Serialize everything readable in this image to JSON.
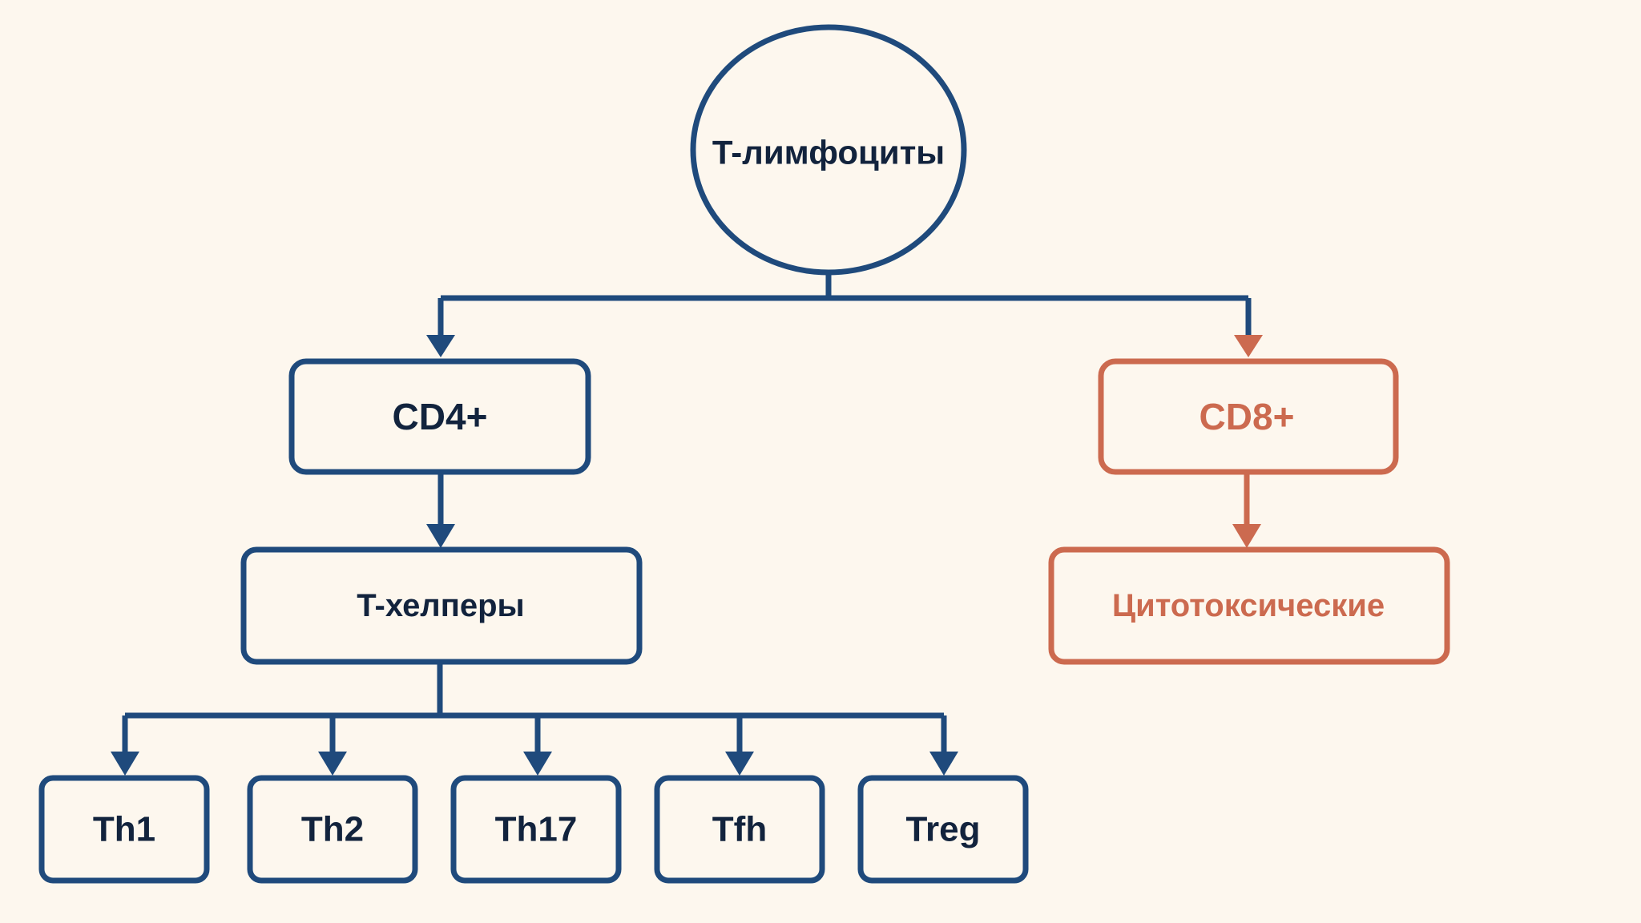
{
  "colors": {
    "background": "#fdf7ee",
    "primary": "#1f4a7c",
    "primary_text": "#12233d",
    "accent": "#cc6a4f"
  },
  "nodes": {
    "root": {
      "label": "T-лимфоциты"
    },
    "cd4": {
      "label": "CD4+"
    },
    "cd8": {
      "label": "CD8+"
    },
    "helpers": {
      "label": "T-хелперы"
    },
    "cytotoxic": {
      "label": "Цитотоксические"
    },
    "th1": {
      "label": "Th1"
    },
    "th2": {
      "label": "Th2"
    },
    "th17": {
      "label": "Th17"
    },
    "tfh": {
      "label": "Tfh"
    },
    "treg": {
      "label": "Treg"
    }
  }
}
